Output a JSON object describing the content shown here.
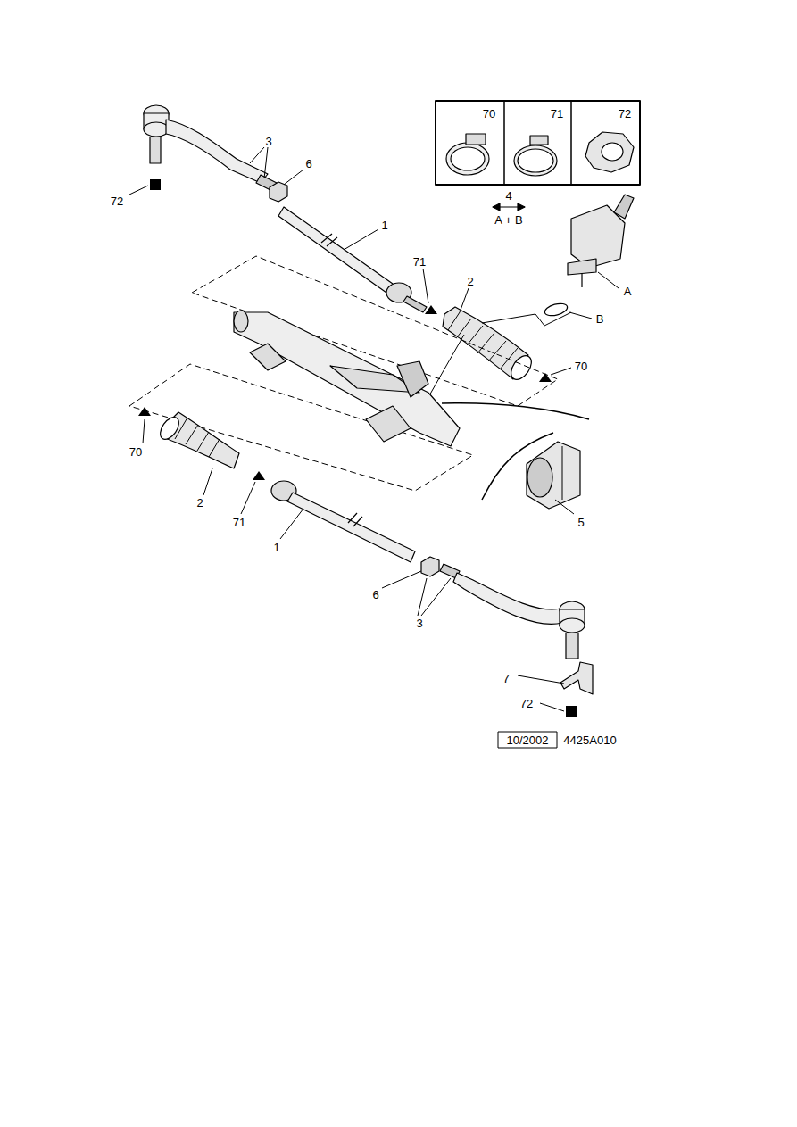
{
  "diagram": {
    "labels": [
      "70",
      "71",
      "72",
      "3",
      "6",
      "4",
      "A + B",
      "72",
      "1",
      "71",
      "2",
      "A",
      "B",
      "70",
      "70",
      "2",
      "71",
      "5",
      "1",
      "6",
      "3",
      "7",
      "72",
      "10/2002",
      "4425A010"
    ]
  }
}
